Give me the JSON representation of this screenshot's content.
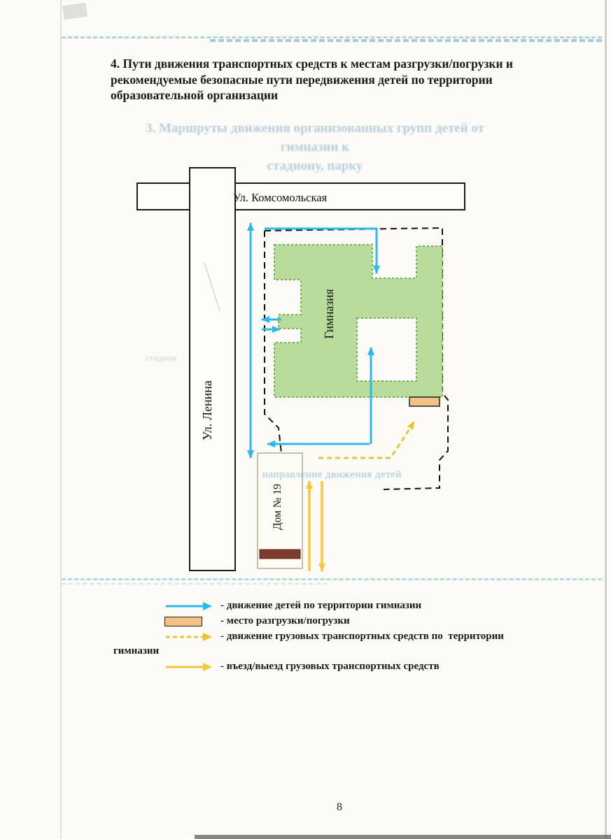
{
  "page": {
    "title": "4. Пути движения транспортных средств к местам разгрузки/погрузки и рекомендуемые безопасные пути передвижения детей по территории образовательной организации",
    "ghost_title_line1": "3. Маршруты движения организованных групп детей от гимназии к",
    "ghost_title_line2": "стадиону, парку",
    "page_number": "8"
  },
  "map": {
    "street_horizontal": "Ул. Комсомольская",
    "street_vertical": "Ул. Ленина",
    "building_label": "Гимназия",
    "house_label": "Дом № 19",
    "ghost_note": "направление движения детей",
    "ghost_side_note": "стадион"
  },
  "legend": {
    "items": [
      {
        "label": "- движение детей по территории гимназии"
      },
      {
        "label": "- место разгрузки/погрузки"
      },
      {
        "label": "- движение грузовых транспортных средств по  территории",
        "label2": "гимназии"
      },
      {
        "label": "- въезд/выезд грузовых транспортных средств"
      }
    ]
  },
  "colors": {
    "children_route": "#2eb8e8",
    "freight_route_dashed": "#e9c33c",
    "freight_entry_exit": "#f6c63f",
    "building_green": "#b9dc9c",
    "loading_area": "#f2c184",
    "house_stripe": "#7d3b2c"
  }
}
